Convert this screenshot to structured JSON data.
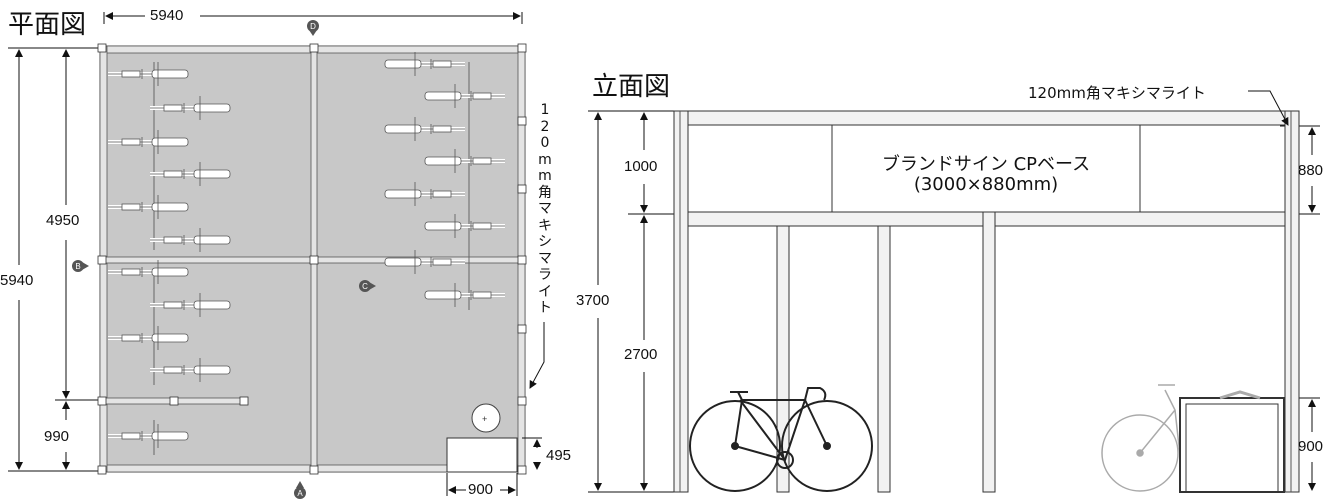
{
  "plan": {
    "title": "平面図",
    "top_width": "5940",
    "left_total": "5940",
    "left_upper": "4950",
    "left_lower": "990",
    "right_lower": "495",
    "bottom_width": "900",
    "post_label_vertical": [
      "1",
      "2",
      "0",
      "m",
      "m",
      "角",
      "マ",
      "キ",
      "シ",
      "マ",
      "ラ",
      "イ",
      "ト"
    ],
    "markers": {
      "top": "D",
      "left": "B",
      "center": "C",
      "bottom": "A"
    }
  },
  "elevation": {
    "title": "立面図",
    "post_label": "120mm角マキシマライト",
    "total_height": "3700",
    "upper_height": "1000",
    "lower_height": "2700",
    "sign_height": "880",
    "rack_height": "900",
    "sign_line1": "ブランドサイン CPベース",
    "sign_line2": "(3000×880mm)"
  },
  "colors": {
    "floor": "#c8c8c8",
    "frame": "#e0e0e0",
    "line": "#333333"
  }
}
